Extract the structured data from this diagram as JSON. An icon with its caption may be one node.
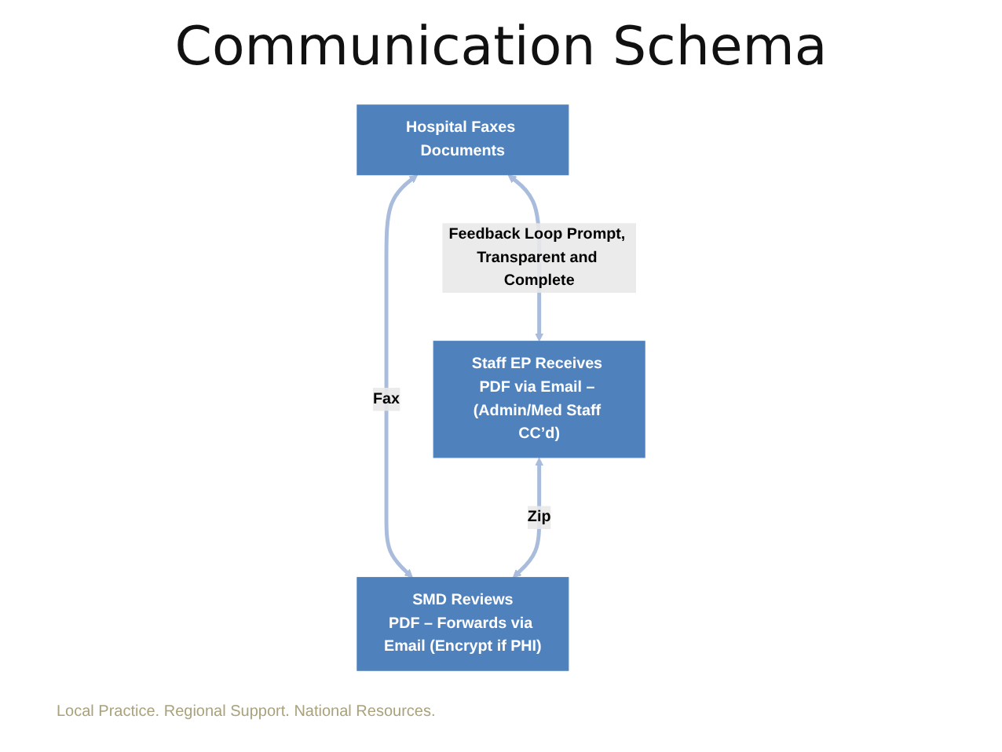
{
  "diagram": {
    "title": "Communication Schema",
    "nodes": [
      {
        "text": [
          "Hospital Faxes Documents"
        ]
      },
      {
        "text": [
          "Staff EP Receives PDF via Email – (Admin/Med Staff CC’d)"
        ]
      },
      {
        "text": [
          "SMD Reviews",
          "PDF – Forwards via Email (Encrypt if PHI)"
        ]
      }
    ],
    "edges": [
      {
        "from": 0,
        "to": 2,
        "arrow": "both",
        "label": "Fax"
      },
      {
        "from": 1,
        "to": 2,
        "arrow": "both",
        "label": "Zip"
      },
      {
        "from": 0,
        "to": 1,
        "arrow": "both",
        "label": "Feedback Loop Prompt, Transparent and Complete"
      }
    ],
    "labels": [
      "Local Practice. Regional Support. National Resources."
    ]
  }
}
